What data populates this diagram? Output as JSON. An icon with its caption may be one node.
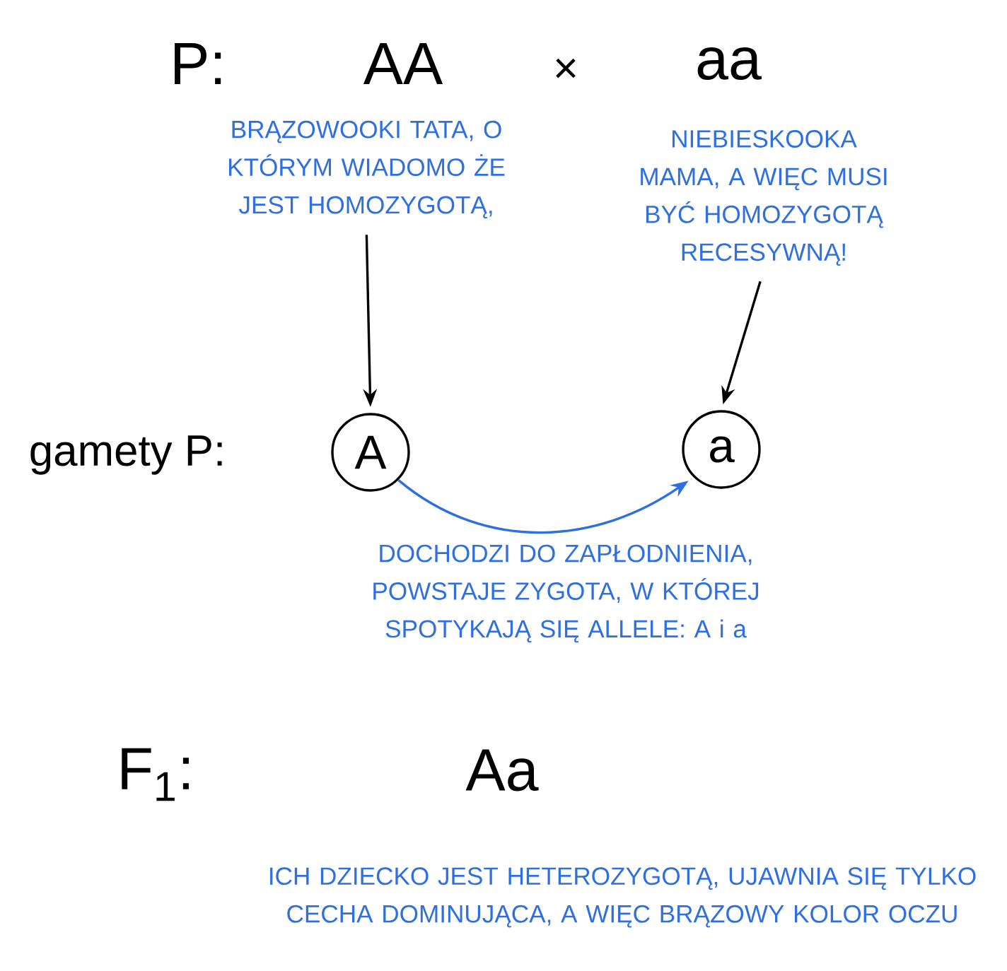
{
  "diagram": {
    "nodes": [
      {
        "text": [
          "AA"
        ]
      },
      {
        "text": [
          "aa"
        ]
      },
      {
        "text": [
          "BRĄZOWOOKI TATA, O KTÓRYM WIADOMO ŻE JEST HOMOZYGOTĄ,"
        ]
      },
      {
        "text": [
          "NIEBIESKOOKA MAMA, A WIĘC MUSI BYĆ HOMOZYGOTĄ RECESYWNĄ!"
        ]
      },
      {
        "text": [
          "A"
        ]
      },
      {
        "text": [
          "a"
        ]
      }
    ],
    "edges": [
      {
        "from": 2,
        "to": 4,
        "arrow": "to"
      },
      {
        "from": 3,
        "to": 5,
        "arrow": "to"
      },
      {
        "from": 4,
        "to": 5,
        "arrow": "to",
        "color": "#2f6fe0"
      }
    ],
    "labels": [
      "P:",
      "×",
      "gamety P:",
      "DOCHODZI DO ZAPŁODNIENIA, POWSTAJE ZYGOTA, W KTÓREJ SPOTYKAJĄ SIĘ ALLELE: A i a",
      "F$_{1}$:",
      "Aa",
      "ICH DZIECKO JEST HETEROZYGOTĄ, UJAWNIA SIĘ TYLKO CECHA DOMINUJĄCA, A WIĘC BRĄZOWY KOLOR OCZU"
    ]
  }
}
